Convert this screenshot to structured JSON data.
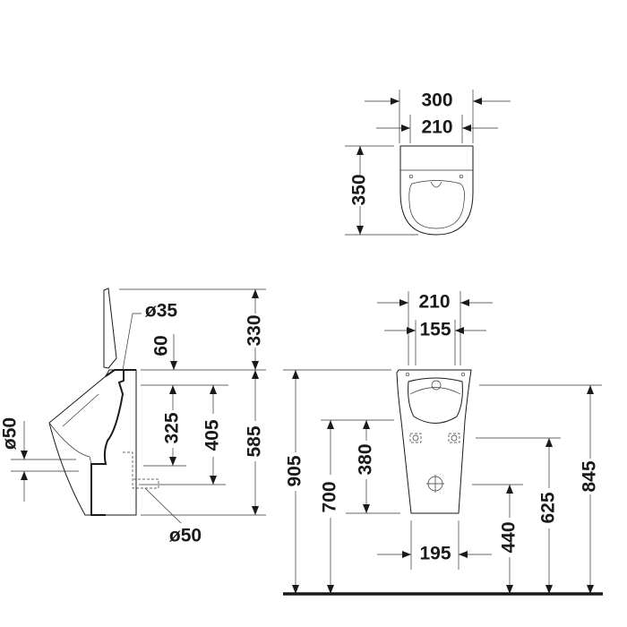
{
  "top_view": {
    "width_outer": "300",
    "width_inner": "210",
    "depth": "350"
  },
  "side_view": {
    "lid_height": "330",
    "offset_top": "60",
    "inlet_dia": "ø35",
    "d325": "325",
    "d405": "405",
    "height": "585",
    "outlet_dia_side": "ø50",
    "outlet_dia_bottom": "ø50"
  },
  "front_view": {
    "width_top": "210",
    "width_inner": "155",
    "width_bottom": "195",
    "h905": "905",
    "h700": "700",
    "h380": "380",
    "h440": "440",
    "h625": "625",
    "h845": "845"
  },
  "colors": {
    "line": "#1a1a1a",
    "background": "#ffffff"
  }
}
